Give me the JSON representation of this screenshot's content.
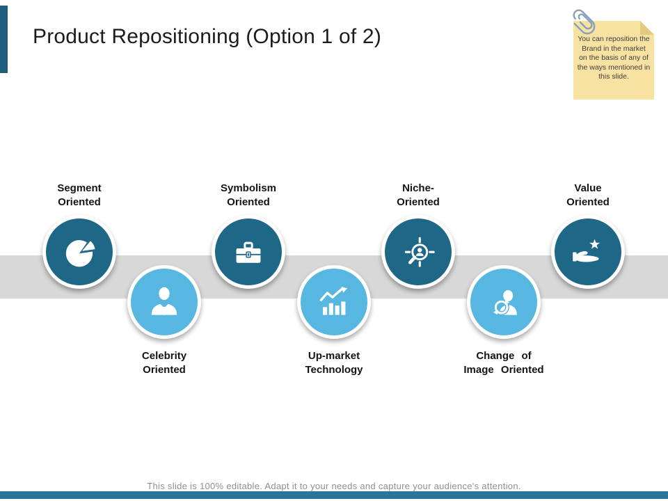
{
  "slide": {
    "title": "Product Repositioning (Option 1 of 2)",
    "footer": "This slide is 100% editable. Adapt it to your needs and capture your audience's attention."
  },
  "sticky_note": {
    "icon": "paperclip-icon",
    "lines": [
      "You can reposition the",
      "Brand in the market",
      "on the basis of any of",
      "the ways mentioned in",
      "this slide."
    ]
  },
  "items": [
    {
      "line1": "Segment",
      "line2": "Oriented",
      "icon": "pie-chart-icon",
      "row": "top"
    },
    {
      "line1": "Celebrity",
      "line2": "Oriented",
      "icon": "person-tie-icon",
      "row": "bottom"
    },
    {
      "line1": "Symbolism",
      "line2": "Oriented",
      "icon": "briefcase-icon",
      "row": "top"
    },
    {
      "line1": "Up-market",
      "line2": "Technology",
      "icon": "growth-chart-icon",
      "row": "bottom"
    },
    {
      "line1": "Niche-",
      "line2": "Oriented",
      "icon": "person-search-icon",
      "row": "top"
    },
    {
      "line1": "Change of",
      "line2": "Image Oriented",
      "icon": "person-refresh-icon",
      "row": "bottom"
    },
    {
      "line1": "Value",
      "line2": "Oriented",
      "icon": "hand-star-icon",
      "row": "top"
    }
  ],
  "colors": {
    "dark_circle": "#1e6787",
    "light_circle": "#57b7e0",
    "band": "#d8d8d8",
    "accent_bar": "#1c5e7c",
    "bottom_bar": "#2a7599",
    "note_bg": "#f8e2a2",
    "footer_text": "#909090",
    "title_text": "#1c1c1c"
  }
}
